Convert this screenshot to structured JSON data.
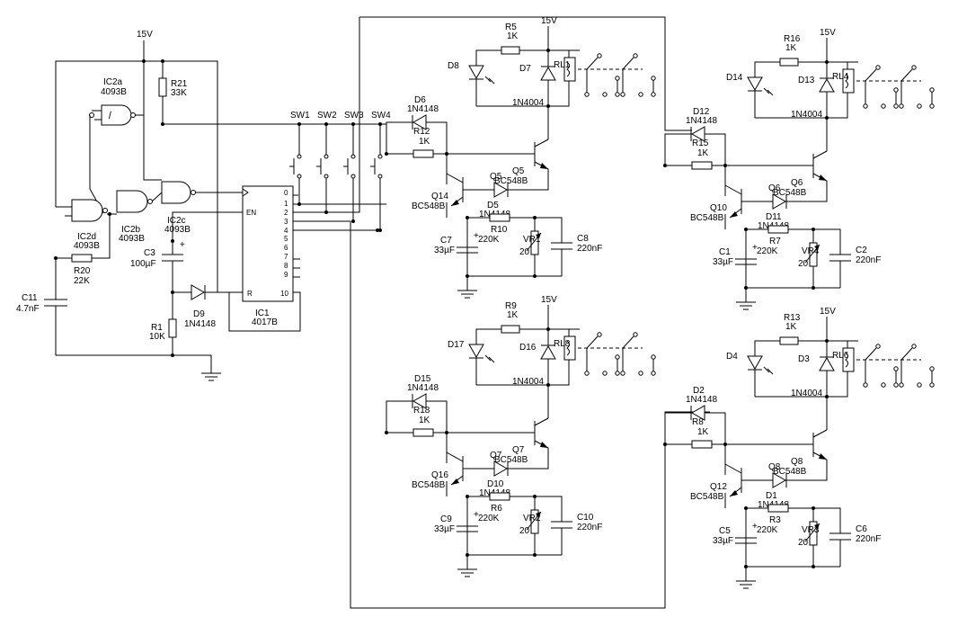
{
  "supply": "15V",
  "switches": [
    "SW1",
    "SW2",
    "SW3",
    "SW4"
  ],
  "gates": [
    {
      "ref": "IC2a",
      "part": "4093B"
    },
    {
      "ref": "IC2b",
      "part": "4093B"
    },
    {
      "ref": "IC2c",
      "part": "4093B"
    },
    {
      "ref": "IC2d",
      "part": "4093B"
    }
  ],
  "counter": {
    "ref": "IC1",
    "part": "4017B",
    "pins": [
      "0",
      "1",
      "2",
      "3",
      "4",
      "5",
      "6",
      "7",
      "8",
      "9"
    ],
    "clock_en": "EN",
    "reset": "R",
    "reset_pin": "10"
  },
  "osc_parts": {
    "r21": {
      "ref": "R21",
      "value": "33K"
    },
    "r20": {
      "ref": "R20",
      "value": "22K"
    },
    "c11": {
      "ref": "C11",
      "value": "4.7nF"
    },
    "c3": {
      "ref": "C3",
      "value": "100µF"
    },
    "r1": {
      "ref": "R1",
      "value": "10K"
    },
    "d9": {
      "ref": "D9",
      "value": "1N4148"
    },
    "plus": "+"
  },
  "channels": [
    {
      "led": "D8",
      "res": "R5",
      "res_val": "1K",
      "fly": "D7",
      "fly_val": "1N4004",
      "relay": "RL1",
      "din": "D6",
      "din_val": "1N4148",
      "rin": "R12",
      "rin_val": "1K",
      "qdrv": "Q5",
      "qdrv_val": "BC548B",
      "qin": "Q14",
      "qin_val": "BC548B",
      "dfb": "D5",
      "dfb_val": "1N4148",
      "rfb": "R10",
      "rfb_val": "220K",
      "vr": "VR1",
      "vr_val": "20",
      "ct": "C7",
      "ct_val": "33µF",
      "cf": "C8",
      "cf_val": "220nF"
    },
    {
      "led": "D14",
      "res": "R16",
      "res_val": "1K",
      "fly": "D13",
      "fly_val": "1N4004",
      "relay": "RL4",
      "din": "D12",
      "din_val": "1N4148",
      "rin": "R15",
      "rin_val": "1K",
      "qdrv": "Q6",
      "qdrv_val": "BC548B",
      "qin": "Q10",
      "qin_val": "BC548B",
      "dfb": "D11",
      "dfb_val": "1N4148",
      "rfb": "R7",
      "rfb_val": "220K",
      "vr": "VR4",
      "vr_val": "20",
      "ct": "C1",
      "ct_val": "33µF",
      "cf": "C2",
      "cf_val": "220nF"
    },
    {
      "led": "D17",
      "res": "R9",
      "res_val": "1K",
      "fly": "D16",
      "fly_val": "1N4004",
      "relay": "RL8",
      "din": "D15",
      "din_val": "1N4148",
      "rin": "R18",
      "rin_val": "1K",
      "qdrv": "Q7",
      "qdrv_val": "BC548B",
      "qin": "Q16",
      "qin_val": "BC548B",
      "dfb": "D10",
      "dfb_val": "1N4148",
      "rfb": "R6",
      "rfb_val": "220K",
      "vr": "VR2",
      "vr_val": "20",
      "ct": "C9",
      "ct_val": "33µF",
      "cf": "C10",
      "cf_val": "220nF"
    },
    {
      "led": "D4",
      "res": "R13",
      "res_val": "1K",
      "fly": "D3",
      "fly_val": "1N4004",
      "relay": "RL6",
      "din": "D2",
      "din_val": "1N4148",
      "rin": "R8",
      "rin_val": "1K",
      "qdrv": "Q8",
      "qdrv_val": "BC548B",
      "qin": "Q12",
      "qin_val": "BC548B",
      "dfb": "D1",
      "dfb_val": "1N4148",
      "rfb": "R3",
      "rfb_val": "220K",
      "vr": "VR3",
      "vr_val": "20",
      "ct": "C5",
      "ct_val": "33µF",
      "cf": "C6",
      "cf_val": "220nF"
    }
  ]
}
